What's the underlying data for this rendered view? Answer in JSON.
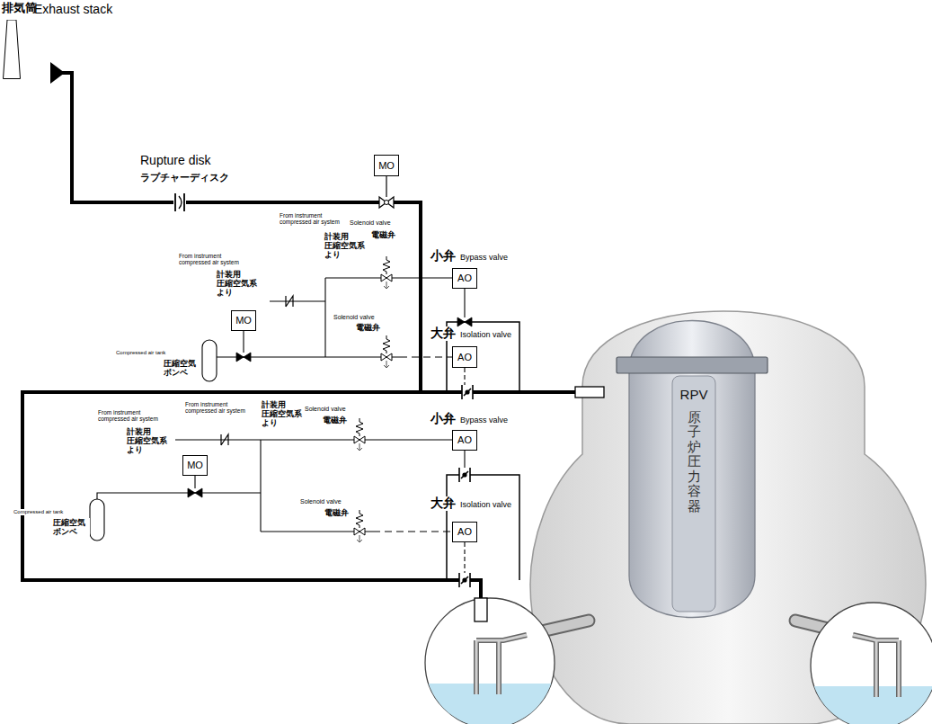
{
  "diagram": {
    "nodes": [
      {
        "text": [
          "排気筒",
          "Exhaust stack"
        ]
      },
      {
        "text": [
          "MO"
        ]
      },
      {
        "text": [
          "AO"
        ]
      },
      {
        "text": [
          "MO"
        ]
      },
      {
        "text": [
          "AO"
        ]
      },
      {
        "text": [
          "RPV",
          "原子炉圧力容器"
        ]
      },
      {
        "text": [
          "AO"
        ]
      },
      {
        "text": [
          "MO"
        ]
      },
      {
        "text": [
          "AO"
        ]
      }
    ],
    "labels": [
      "Rupture disk",
      "ラプチャーディスク",
      "From instrument compressed air system",
      "計装用 圧縮空気系 より",
      "Solenoid valve",
      "電磁弁",
      "小弁",
      "Bypass valve",
      "From instrument compressed air system",
      "計装用 圧縮空気系 より",
      "Solenoid valve",
      "電磁弁",
      "大弁",
      "Isolation valve",
      "Compressed air tank",
      "圧縮空気 ボンベ",
      "From instrument compressed air system",
      "計装用 圧縮空気系 より",
      "Solenoid valve",
      "電磁弁",
      "小弁",
      "Bypass valve",
      "From instrument compressed air system",
      "計装用 圧縮空気系 より",
      "Solenoid valve",
      "電磁弁",
      "大弁",
      "Isolation valve",
      "Compressed air tank",
      "圧縮空気 ボンベ"
    ]
  }
}
